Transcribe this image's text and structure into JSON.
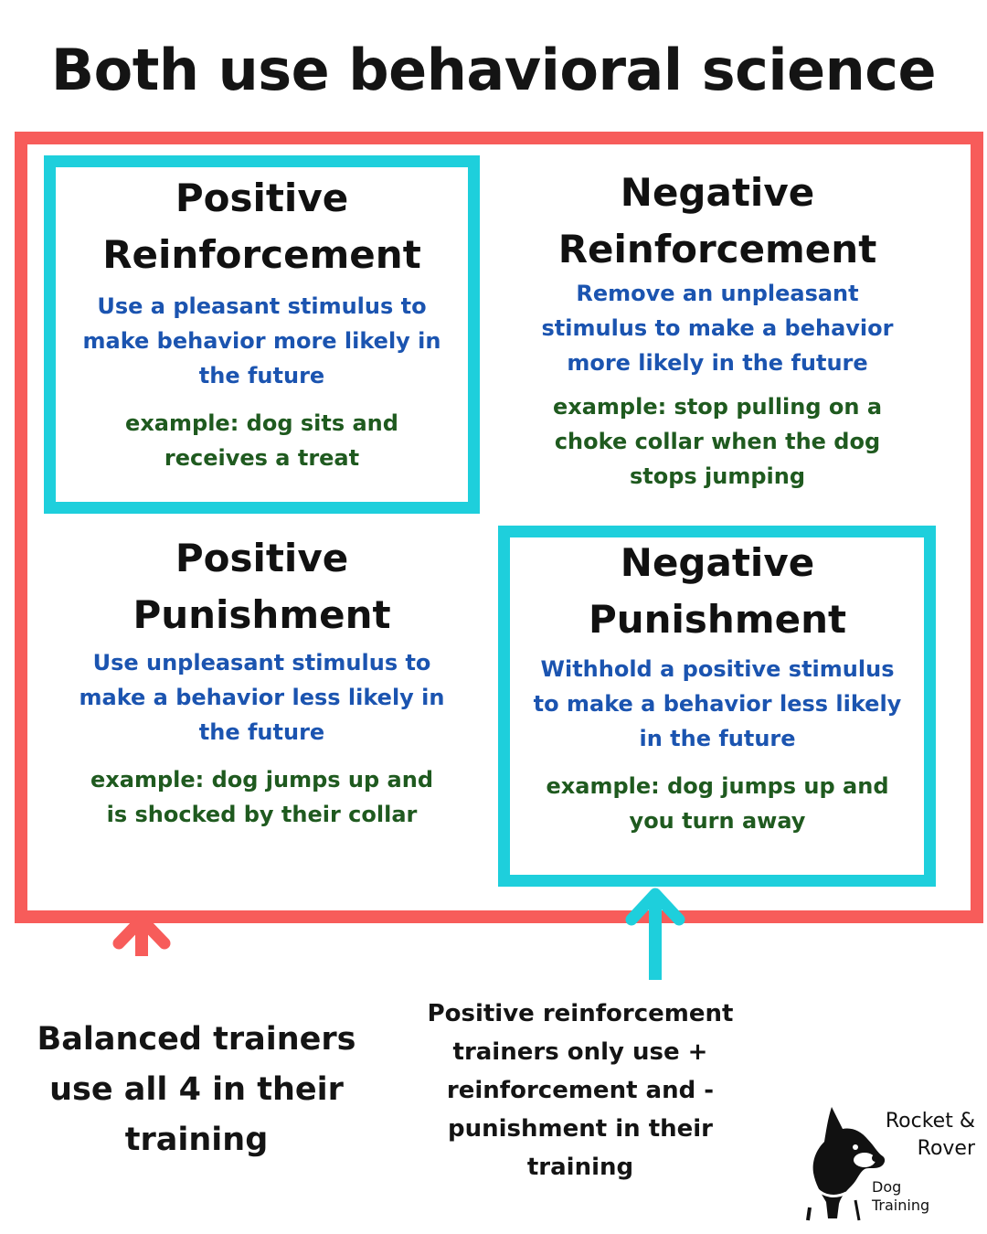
{
  "title": "Both use behavioral science",
  "quadrants": [
    {
      "heading": [
        "Positive",
        "Reinforcement"
      ],
      "description": [
        "Use a pleasant stimulus to",
        "make behavior more likely in",
        "the future"
      ],
      "example": [
        "example: dog sits and",
        "receives a treat"
      ],
      "highlighted": true
    },
    {
      "heading": [
        "Negative",
        "Reinforcement"
      ],
      "description": [
        "Remove an unpleasant",
        "stimulus to make a behavior",
        "more likely in the future"
      ],
      "example": [
        "example: stop pulling on a",
        "choke collar when the dog",
        "stops jumping"
      ],
      "highlighted": false
    },
    {
      "heading": [
        "Positive",
        "Punishment"
      ],
      "description": [
        "Use unpleasant stimulus to",
        "make a behavior less likely in",
        "the future"
      ],
      "example": [
        "example: dog jumps up  and",
        "is shocked by their collar"
      ],
      "highlighted": false
    },
    {
      "heading": [
        "Negative",
        "Punishment"
      ],
      "description": [
        "Withhold a positive stimulus",
        "to make a behavior less likely",
        "in the future"
      ],
      "example": [
        "example: dog jumps up and",
        "you turn away"
      ],
      "highlighted": true
    }
  ],
  "captions": {
    "balanced": [
      "Balanced trainers",
      "use all 4 in their",
      "training"
    ],
    "positive_only": [
      "Positive reinforcement",
      "trainers only use +",
      "reinforcement and -",
      "punishment in their",
      "training"
    ]
  },
  "logo": {
    "line1": "Rocket &",
    "line2": "Rover",
    "line3": "Dog",
    "line4": "Training",
    "icon": "dog-silhouette-icon"
  },
  "colors": {
    "outer_frame": "#f75c5a",
    "highlight_frame": "#1ecfdc",
    "description_text": "#1b54b0",
    "example_text": "#1f5a1f",
    "heading_text": "#111111"
  }
}
